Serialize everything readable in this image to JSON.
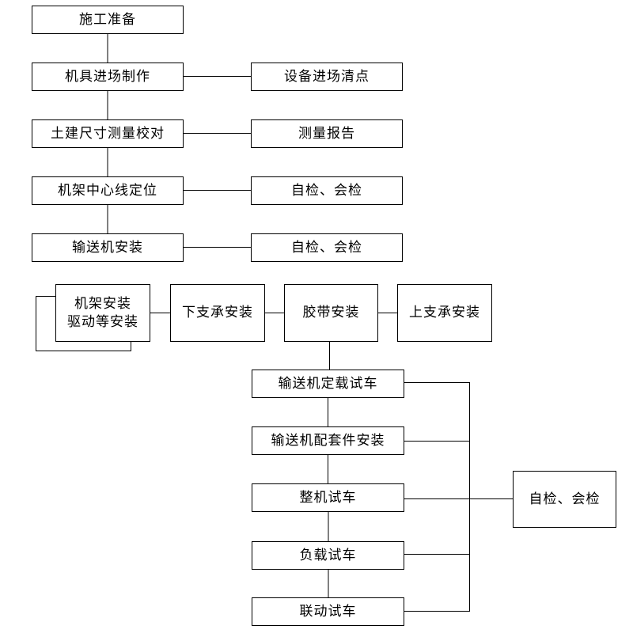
{
  "colors": {
    "page_bg": "#ffffff",
    "box_bg": "#ffffff",
    "box_border": "#000000",
    "text": "#000000",
    "line_black": "#000000",
    "line_gray": "#808080"
  },
  "nodes": {
    "prep": "施工准备",
    "equipment_fabrication": "机具进场制作",
    "civil_dimension_check": "土建尺寸测量校对",
    "frame_centerline": "机架中心线定位",
    "conveyor_install": "输送机安装",
    "equipment_inventory": "设备进场清点",
    "survey_report": "测量报告",
    "self_joint_check_1": "自检、会检",
    "self_joint_check_2": "自检、会检",
    "frame_install_line1": "机架安装",
    "frame_install_line2": "驱动等安装",
    "lower_support_install": "下支承安装",
    "belt_install": "胶带安装",
    "upper_support_install": "上支承安装",
    "fixed_load_test": "输送机定载试车",
    "accessory_install": "输送机配套件安装",
    "whole_machine_test": "整机试车",
    "load_test": "负载试车",
    "linkage_test": "联动试车",
    "self_joint_check_3": "自检、会检"
  }
}
